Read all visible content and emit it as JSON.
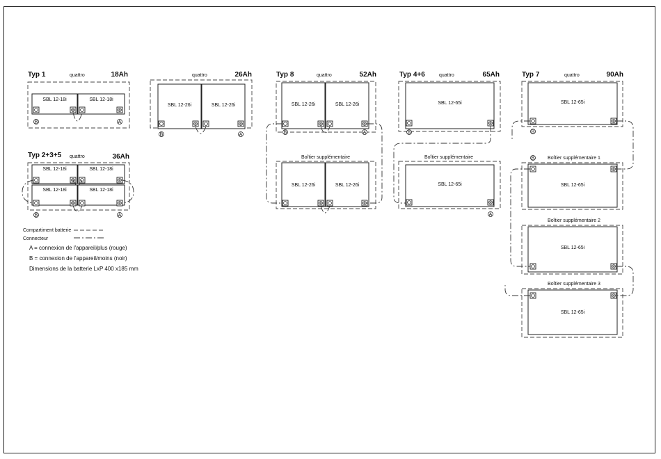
{
  "groups": [
    {
      "type_label": "Typ 1",
      "quattro": "quattro",
      "capacity": "18Ah",
      "battery": "SBL 12-18i"
    },
    {
      "type_label": "",
      "quattro": "quattro",
      "capacity": "26Ah",
      "battery": "SBL 12-26i"
    },
    {
      "type_label": "Typ 8",
      "quattro": "quattro",
      "capacity": "52Ah",
      "battery": "SBL 12-26i"
    },
    {
      "type_label": "Typ 4+6",
      "quattro": "quattro",
      "capacity": "65Ah",
      "battery": "SBL 12-65i"
    },
    {
      "type_label": "Typ 7",
      "quattro": "quattro",
      "capacity": "90Ah",
      "battery": "SBL 12-65i"
    },
    {
      "type_label": "Typ 2+3+5",
      "quattro": "quattro",
      "capacity": "36Ah",
      "battery": "SBL 12-18i"
    }
  ],
  "extra_box": {
    "plain": "Boîtier supplémentaire",
    "one": "Boîtier supplémentaire 1",
    "two": "Boîtier supplémentaire 2",
    "three": "Boîtier supplémentaire 3"
  },
  "terminal_labels": {
    "a": "A",
    "b": "B"
  },
  "legend": {
    "compartment": "Compartiment batterie",
    "connector": "Connecteur",
    "line_a": "A = connexion de l'appareil/plus (rouge)",
    "line_b": "B = connexion de l'appareil/moins (noir)",
    "dimensions": "Dimensions de la batterie LxP 400 x185 mm"
  }
}
